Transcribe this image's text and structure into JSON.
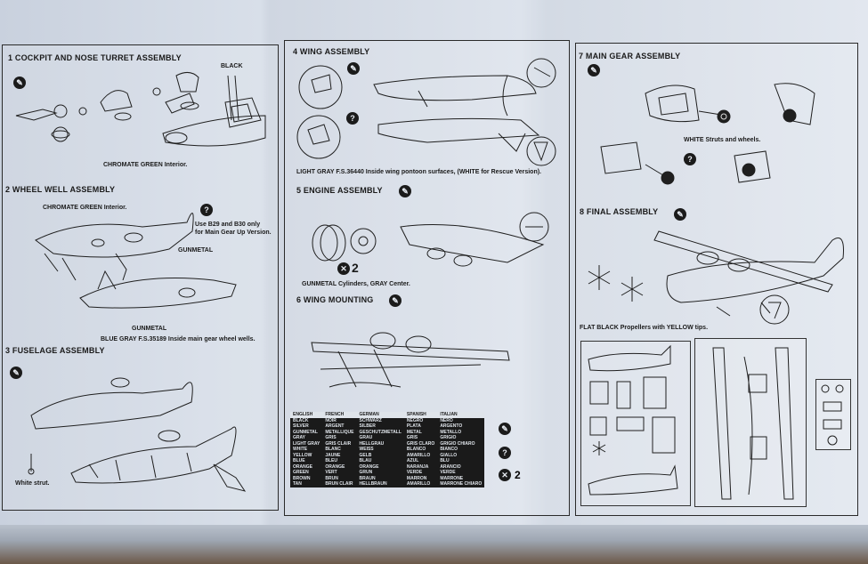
{
  "steps": {
    "s1": {
      "title": "1 COCKPIT AND NOSE TURRET ASSEMBLY",
      "note_black": "BLACK",
      "note_interior": "CHROMATE GREEN Interior."
    },
    "s2": {
      "title": "2 WHEEL WELL ASSEMBLY",
      "note_chromate": "CHROMATE GREEN Interior.",
      "note_b29": "Use B29 and B30 only",
      "note_b29b": "for Main Gear Up Version.",
      "note_gunmetal1": "GUNMETAL",
      "note_gunmetal2": "GUNMETAL",
      "note_bluegray": "BLUE GRAY F.S.35189 Inside main gear wheel wells."
    },
    "s3": {
      "title": "3 FUSELAGE ASSEMBLY",
      "note_strut": "White strut."
    },
    "s4": {
      "title": "4 WING ASSEMBLY",
      "note_gray": "LIGHT GRAY F.S.36440 Inside wing pontoon surfaces, (WHITE for Rescue Version)."
    },
    "s5": {
      "title": "5 ENGINE ASSEMBLY",
      "note_x2": "2",
      "note_gunmetal": "GUNMETAL Cylinders, GRAY Center."
    },
    "s6": {
      "title": "6 WING MOUNTING"
    },
    "s7": {
      "title": "7 MAIN GEAR ASSEMBLY",
      "note_white": "WHITE Struts and wheels."
    },
    "s8": {
      "title": "8 FINAL ASSEMBLY",
      "note_props": "FLAT BLACK Propellers with YELLOW tips."
    }
  },
  "color_table": {
    "headers": [
      "ENGLISH",
      "FRENCH",
      "GERMAN",
      "SPANISH",
      "ITALIAN"
    ],
    "rows": [
      [
        "BLACK",
        "NOIR",
        "SCHWARZ",
        "NEGRO",
        "NERO"
      ],
      [
        "SILVER",
        "ARGENT",
        "SILBER",
        "PLATA",
        "ARGENTO"
      ],
      [
        "GUNMETAL",
        "METALLIQUE",
        "GESCHUTZMETALL",
        "METAL",
        "METALLO"
      ],
      [
        "GRAY",
        "GRIS",
        "GRAU",
        "GRIS",
        "GRIGIO"
      ],
      [
        "LIGHT GRAY",
        "GRIS CLAIR",
        "HELLGRAU",
        "GRIS CLARO",
        "GRIGIO CHIARO"
      ],
      [
        "WHITE",
        "BLANC",
        "WEISS",
        "BLANCO",
        "BIANCO"
      ],
      [
        "YELLOW",
        "JAUNE",
        "GELB",
        "AMARILLO",
        "GIALLO"
      ],
      [
        "BLUE",
        "BLEU",
        "BLAU",
        "AZUL",
        "BLU"
      ],
      [
        "ORANGE",
        "ORANGE",
        "ORANGE",
        "NARANJA",
        "ARANCIO"
      ],
      [
        "GREEN",
        "VERT",
        "GRUN",
        "VERDE",
        "VERDE"
      ],
      [
        "BROWN",
        "BRUN",
        "BRAUN",
        "MARRON",
        "MARRONE"
      ],
      [
        "TAN",
        "BRUN CLAIR",
        "HELLBRAUN",
        "AMARILLO",
        "MARRONE CHIARO"
      ]
    ]
  },
  "legend": {
    "x2": "2"
  },
  "icons": [
    "paint-icon",
    "question-icon",
    "times-two-icon"
  ]
}
